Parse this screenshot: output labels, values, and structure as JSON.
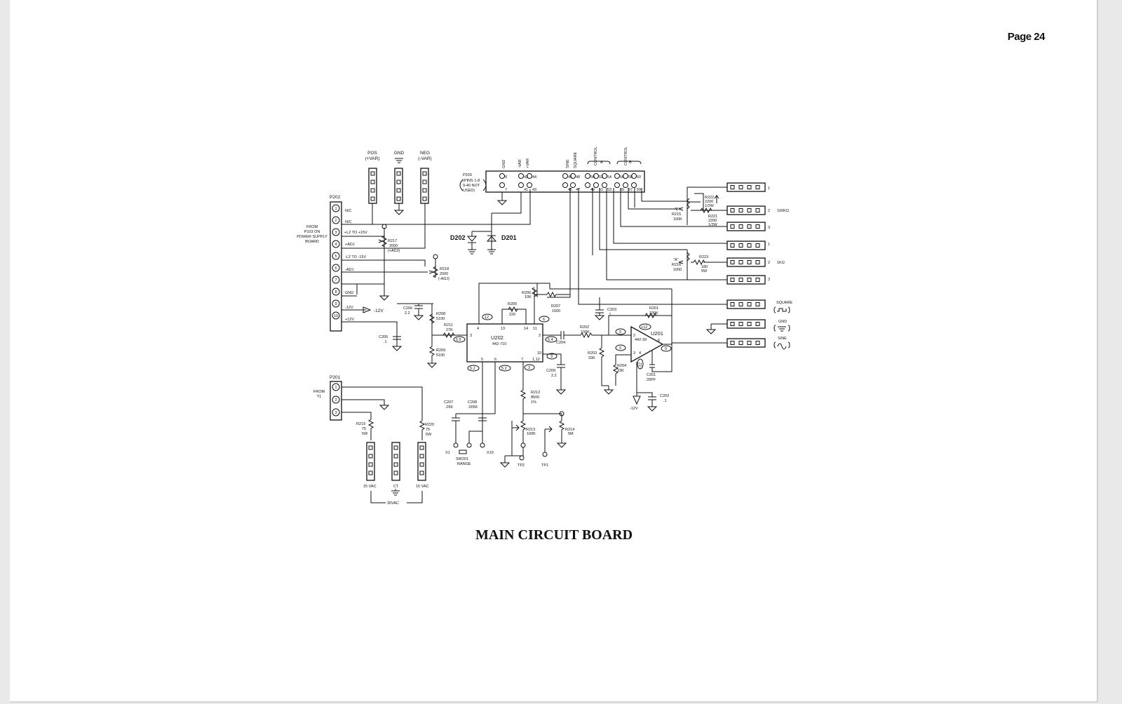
{
  "page": {
    "number": "Page 24",
    "caption": "MAIN CIRCUIT BOARD"
  },
  "connectors": {
    "p202": {
      "title": "P202",
      "source": [
        "FROM",
        "P103 ON",
        "POWER SUPPLY",
        "BOARD"
      ],
      "pins": [
        "1",
        "2",
        "3",
        "4",
        "5",
        "6",
        "7",
        "8",
        "9",
        "10"
      ],
      "pin_labels": [
        "N/C",
        "N/C",
        "+L2 TO +15V",
        "+ADJ",
        "-L2 TO -15V",
        "-ADJ",
        "",
        "GND",
        "-12V",
        "+12V"
      ]
    },
    "top_blocks": {
      "pos": [
        "POS",
        "(+VAR)"
      ],
      "gnd": "GND",
      "neg": [
        "NEG",
        "(-VAR)"
      ]
    },
    "p203": {
      "note": [
        "P203",
        "(PINS 1-8",
        "9-40 NOT",
        "USED)"
      ],
      "group_labels": [
        "GND",
        "-VAR",
        "+VAR",
        "SINE",
        "SQUARE",
        "CONTROL",
        "A",
        "CONTROL",
        "B"
      ],
      "top_pins": [
        "8",
        "42",
        "44",
        "46",
        "48",
        "50",
        "52",
        "54",
        "56",
        "58",
        "60"
      ],
      "bottom_pins": [
        "7",
        "41",
        "43",
        "45",
        "47",
        "49",
        "51",
        "53",
        "55",
        "57",
        "59"
      ]
    },
    "p201": {
      "title": "P201",
      "source": [
        "FROM",
        "T1"
      ],
      "pins": [
        "1",
        "2",
        "3"
      ]
    },
    "transformer": {
      "left": "15 VAC",
      "center": "CT",
      "right": "15 VAC",
      "total": "30VAC"
    }
  },
  "outputs": {
    "rows": [
      "1",
      "2",
      "3",
      "1",
      "2",
      "3"
    ],
    "range_b": "100KΩ",
    "range_a": "1KΩ",
    "square": "SQUARE",
    "gnd": "GND",
    "sine": "SINE"
  },
  "components": {
    "r217": [
      "R217",
      "2000",
      "(+ADJ)"
    ],
    "r218": [
      "R218",
      "2000",
      "(-ADJ)"
    ],
    "d202": "D202",
    "d201": "D201",
    "m12v": "-12V",
    "c206": [
      "C206",
      "2.2"
    ],
    "c205": [
      "C205",
      ".1"
    ],
    "r208": [
      "R208",
      "5100"
    ],
    "r211": [
      "R211",
      "27K"
    ],
    "r209": [
      "R209",
      "5100"
    ],
    "r206": [
      "R206",
      "10K"
    ],
    "r205": [
      "R205",
      "220"
    ],
    "r207": [
      "R207",
      "1000"
    ],
    "u202": [
      "U202",
      "442-710"
    ],
    "c204": "C204",
    "c209": [
      "C209",
      "2.2"
    ],
    "c203": [
      "C203",
      ".1"
    ],
    "r202": [
      "R202",
      "100K"
    ],
    "r201": [
      "R201",
      "330K"
    ],
    "r203": [
      "R203",
      "33K"
    ],
    "r204": [
      "R204",
      "33K"
    ],
    "u201": [
      "U201",
      "442-39"
    ],
    "c201": [
      "C201",
      "20PF"
    ],
    "c202": [
      "C202",
      ".1"
    ],
    "m12v_b": "-12V",
    "r222": [
      "R222",
      "2200",
      "1/2W"
    ],
    "r215": [
      "\"B\"",
      "R215",
      "100K"
    ],
    "r221": [
      "R221",
      "2200",
      "1/2W"
    ],
    "r223": [
      "R223",
      "180",
      "5W"
    ],
    "r216": [
      "\"A\"",
      "R216",
      "1000"
    ],
    "c207": [
      "C207",
      ".056"
    ],
    "c208": [
      "C208",
      ".0056"
    ],
    "sw201": [
      "SW201",
      "RANGE"
    ],
    "x1": "X1",
    "x10": "X10",
    "r212": [
      "R212",
      "8500",
      "1%"
    ],
    "r213": [
      "R213",
      "100K"
    ],
    "r214": [
      "R214",
      "5M"
    ],
    "tp2": "TP2",
    "tp1": "TP1",
    "r219": [
      "R219",
      "75",
      "5W"
    ],
    "r220": [
      "R220",
      "75",
      "5W"
    ]
  },
  "voltages": {
    "u202_pin4": "12",
    "u202_pin3": "5.5",
    "u202_pin5": "5.2",
    "u202_pin7": "5.2",
    "u202_pin1": "3",
    "u202_pin11": "6",
    "u202_pin10": "5.4",
    "u202_pin12": "3",
    "u201_in_top": "0",
    "u201_in_bot": "0",
    "u201_v12": "+12",
    "u201_m12": "-12",
    "u201_out": "0"
  }
}
